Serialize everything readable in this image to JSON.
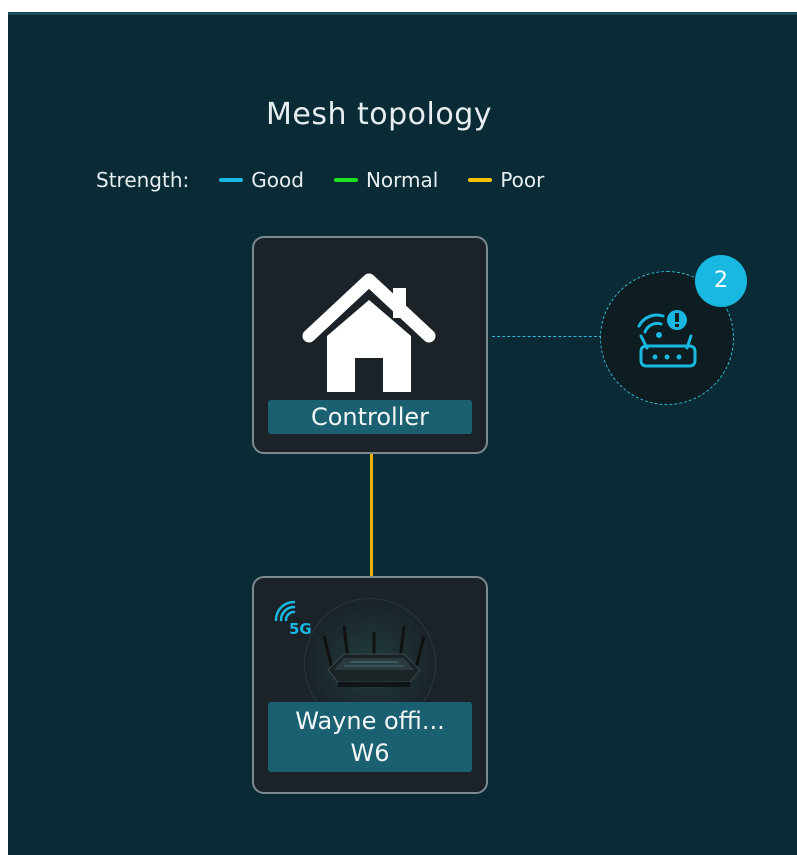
{
  "title": "Mesh topology",
  "legend": {
    "label": "Strength:",
    "items": [
      {
        "label": "Good",
        "color": "#19b5e5"
      },
      {
        "label": "Normal",
        "color": "#1fe01f"
      },
      {
        "label": "Poor",
        "color": "#f2c400"
      }
    ]
  },
  "controller": {
    "label": "Controller",
    "icon": "house-icon"
  },
  "satellite": {
    "name_line1": "Wayne offi...",
    "name_line2": "W6",
    "band": "5G",
    "icon": "router-image",
    "link_color": "#e8b20c"
  },
  "alert_node": {
    "icon": "router-warning-icon",
    "count": "2"
  },
  "colors": {
    "background": "#0a2b35",
    "label_bg": "#1a6070",
    "accent": "#19b8e0"
  }
}
